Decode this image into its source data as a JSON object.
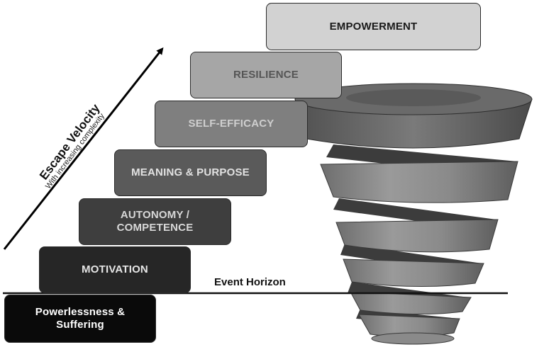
{
  "steps": [
    {
      "label": "Powerlessness &\nSuffering"
    },
    {
      "label": "MOTIVATION"
    },
    {
      "label": "AUTONOMY /\nCOMPETENCE"
    },
    {
      "label": "MEANING & PURPOSE"
    },
    {
      "label": "SELF-EFFICACY"
    },
    {
      "label": "RESILIENCE"
    },
    {
      "label": "EMPOWERMENT"
    }
  ],
  "escape_velocity": {
    "title": "Escape Velocity",
    "subtitle": "With increasing complexity"
  },
  "event_horizon": {
    "label": "Event Horizon"
  }
}
